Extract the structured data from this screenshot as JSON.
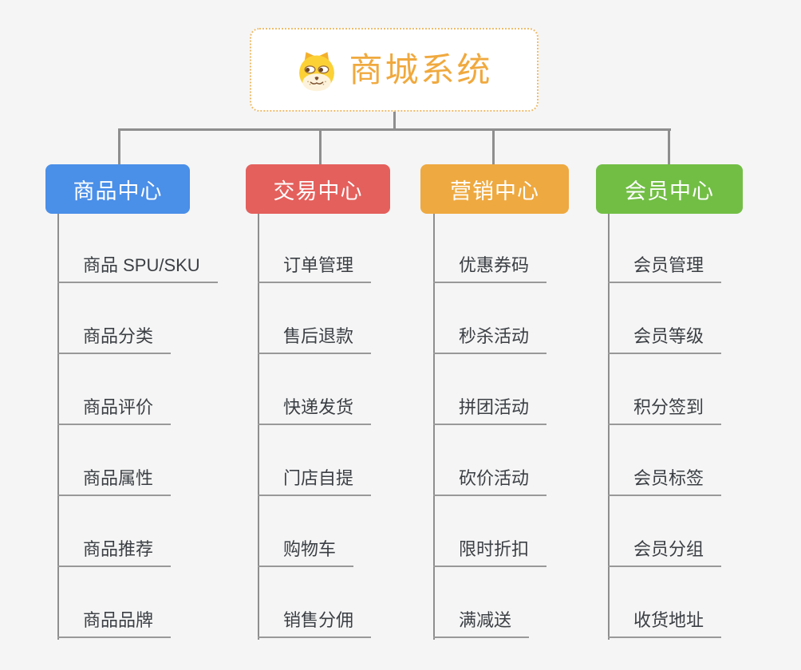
{
  "page": {
    "background": "#f5f5f5",
    "connector_color": "#8e8e8e",
    "underline_color": "#999999",
    "item_text_color": "#3b3f44"
  },
  "root": {
    "title": "商城系统",
    "icon": "dog-face-icon",
    "title_color": "#f0a93e",
    "border_color": "#eebc6e"
  },
  "branches": [
    {
      "label": "商品中心",
      "color": "#4a8fe8",
      "items": [
        "商品 SPU/SKU",
        "商品分类",
        "商品评价",
        "商品属性",
        "商品推荐",
        "商品品牌"
      ]
    },
    {
      "label": "交易中心",
      "color": "#e4605c",
      "items": [
        "订单管理",
        "售后退款",
        "快递发货",
        "门店自提",
        "购物车",
        "销售分佣"
      ]
    },
    {
      "label": "营销中心",
      "color": "#eea940",
      "items": [
        "优惠券码",
        "秒杀活动",
        "拼团活动",
        "砍价活动",
        "限时折扣",
        "满减送"
      ]
    },
    {
      "label": "会员中心",
      "color": "#72be45",
      "items": [
        "会员管理",
        "会员等级",
        "积分签到",
        "会员标签",
        "会员分组",
        "收货地址"
      ]
    }
  ]
}
